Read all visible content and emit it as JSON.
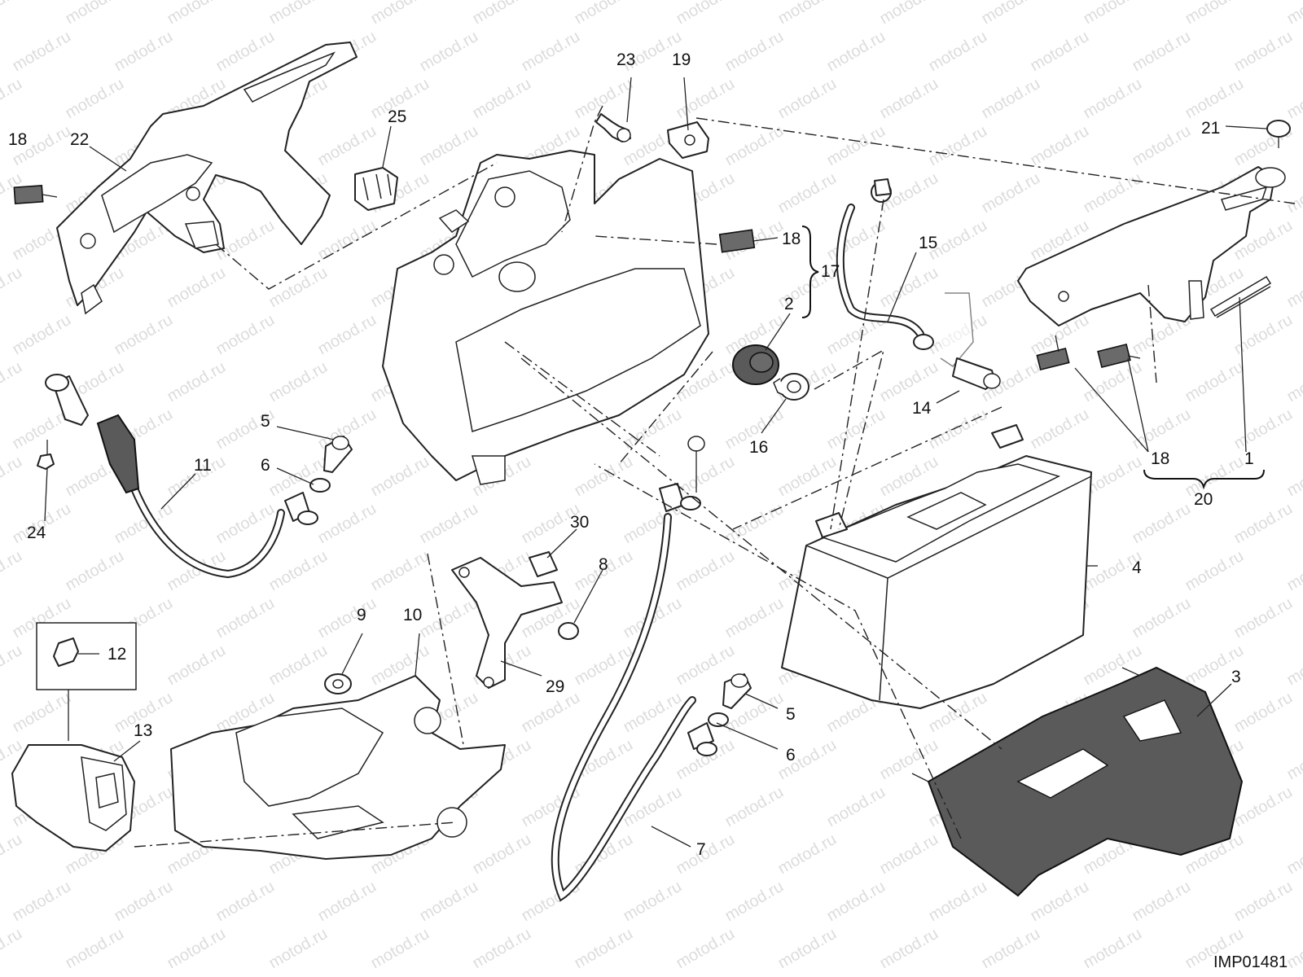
{
  "watermark": {
    "text": "motod.ru",
    "color": "#dcdcdc"
  },
  "drawing_code": "IMP01481",
  "callouts": [
    {
      "id": "c18a",
      "text": "18"
    },
    {
      "id": "c22",
      "text": "22"
    },
    {
      "id": "c25",
      "text": "25"
    },
    {
      "id": "c23",
      "text": "23"
    },
    {
      "id": "c19",
      "text": "19"
    },
    {
      "id": "c21",
      "text": "21"
    },
    {
      "id": "c18b",
      "text": "18"
    },
    {
      "id": "c17",
      "text": "17"
    },
    {
      "id": "c2",
      "text": "2"
    },
    {
      "id": "c15",
      "text": "15"
    },
    {
      "id": "c14",
      "text": "14"
    },
    {
      "id": "c16",
      "text": "16"
    },
    {
      "id": "c18c",
      "text": "18"
    },
    {
      "id": "c1",
      "text": "1"
    },
    {
      "id": "c20",
      "text": "20"
    },
    {
      "id": "c5a",
      "text": "5"
    },
    {
      "id": "c6a",
      "text": "6"
    },
    {
      "id": "c11",
      "text": "11"
    },
    {
      "id": "c24",
      "text": "24"
    },
    {
      "id": "c30",
      "text": "30"
    },
    {
      "id": "c8",
      "text": "8"
    },
    {
      "id": "c4",
      "text": "4"
    },
    {
      "id": "c9",
      "text": "9"
    },
    {
      "id": "c10",
      "text": "10"
    },
    {
      "id": "c12",
      "text": "12"
    },
    {
      "id": "c13",
      "text": "13"
    },
    {
      "id": "c29",
      "text": "29"
    },
    {
      "id": "c5b",
      "text": "5"
    },
    {
      "id": "c6b",
      "text": "6"
    },
    {
      "id": "c3",
      "text": "3"
    },
    {
      "id": "c7",
      "text": "7"
    }
  ]
}
